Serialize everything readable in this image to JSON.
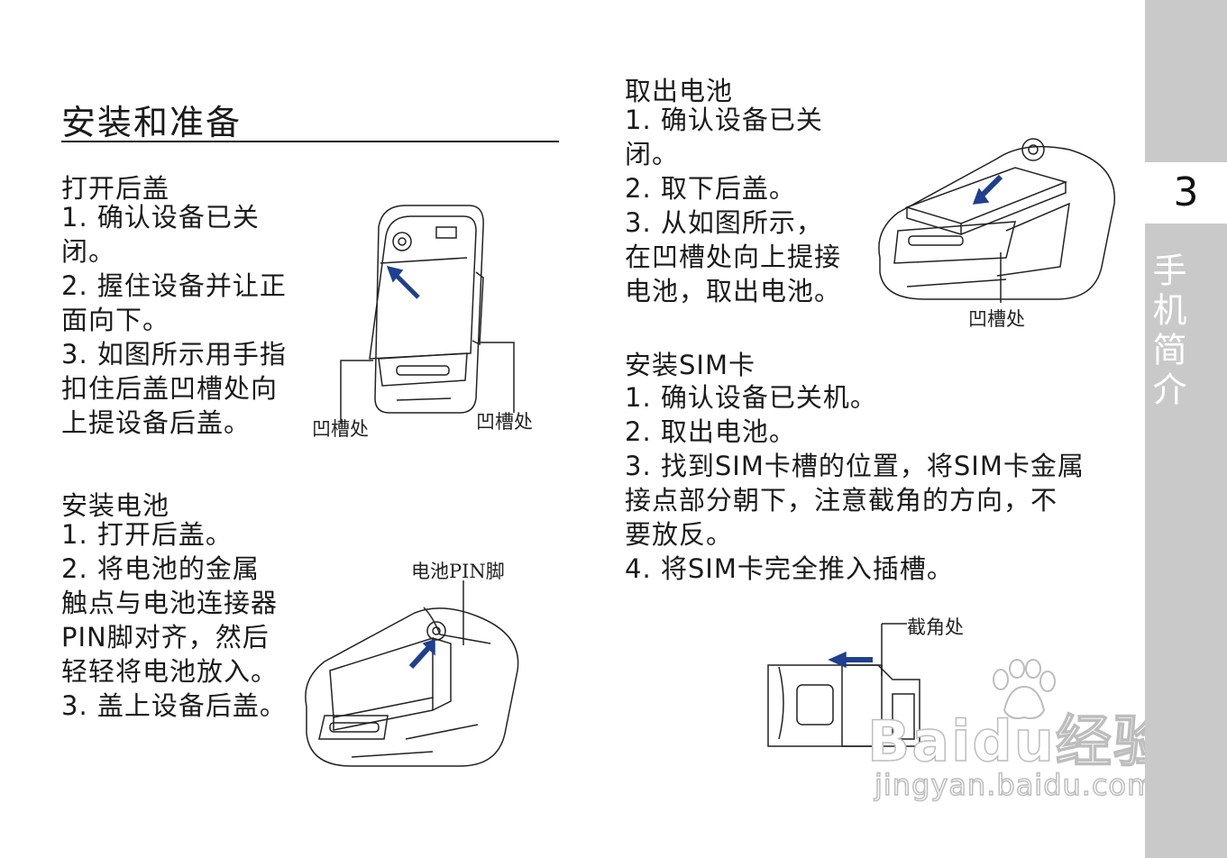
{
  "section_title": "安装和准备",
  "open_cover": {
    "heading": "打开后盖",
    "steps": [
      "1. 确认设备已关",
      "闭。",
      "2. 握住设备并让正",
      "面向下。",
      "3. 如图所示用手指",
      "扣住后盖凹槽处向",
      "上提设备后盖。"
    ],
    "callouts": [
      "凹槽处",
      "凹槽处"
    ]
  },
  "install_battery": {
    "heading": "安装电池",
    "steps": [
      "1. 打开后盖。",
      "2. 将电池的金属",
      "触点与电池连接器",
      "PIN脚对齐，然后",
      "轻轻将电池放入。",
      "3. 盖上设备后盖。"
    ],
    "callout": "电池PIN脚"
  },
  "remove_battery": {
    "heading": "取出电池",
    "steps": [
      "1. 确认设备已关",
      "闭。",
      "2. 取下后盖。",
      "3. 从如图所示，",
      "在凹槽处向上提接",
      "电池，取出电池。"
    ],
    "callout": "凹槽处"
  },
  "install_sim": {
    "heading": "安装SIM卡",
    "steps": [
      "1. 确认设备已关机。",
      "2. 取出电池。",
      "3. 找到SIM卡槽的位置，将SIM卡金属",
      "接点部分朝下，注意截角的方向，不",
      "要放反。",
      "4. 将SIM卡完全推入插槽。"
    ],
    "callout": "截角处"
  },
  "sidebar": {
    "chapter_number": "3",
    "chapter_title": "手机简介"
  },
  "watermark": {
    "brand": "Baidu经验",
    "url": "jingyan.baidu.com"
  },
  "colors": {
    "arrow": "#1f3f8f",
    "sidebar": "#c9c9c9"
  }
}
